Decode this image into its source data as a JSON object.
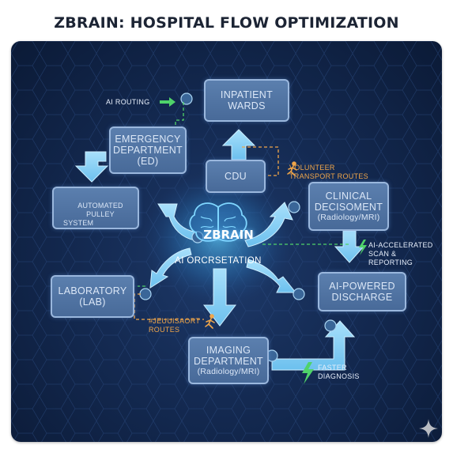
{
  "title": "ZBRAIN: HOSPITAL FLOW OPTIMIZATION",
  "center": {
    "title": "ZBRAIN",
    "subtitle": "AI ORCRSETATION"
  },
  "nodes": {
    "inpatient": {
      "line1": "INPATIENT",
      "line2": "WARDS"
    },
    "emergency": {
      "line1": "EMERGENCY",
      "line2": "DEPARTMENT",
      "line3": "(ED)"
    },
    "cdu": {
      "line1": "CDU"
    },
    "clinical": {
      "line1": "CLINICAL",
      "line2": "DECISOMENT",
      "line3": "(Radiology/MRI)"
    },
    "laboratory": {
      "line1": "LABORATORY",
      "line2": "(LAB)"
    },
    "discharge": {
      "line1": "AI-POWERED",
      "line2": "DISCHARGE"
    },
    "imaging": {
      "line1": "IMAGING",
      "line2": "DEPARTMENT",
      "line3": "(Radiology/MRI)"
    },
    "pulley": {
      "line1": "AUTOMATED PULLEY",
      "line2": "SYSTEM"
    }
  },
  "annotations": {
    "ai_routing": "AI ROUTING",
    "volunteer_1": "VOLUNTEER",
    "volunteer_2": "TRANSPORT ROUTES",
    "ai_accel_1": "AI-ACCELERATED",
    "ai_accel_2": "SCAN & REPORTING",
    "jeuuis_1": "#JEUUISAORT",
    "jeuuis_2": "ROUTES",
    "faster_1": "FASTER",
    "faster_2": "DIAGNOSIS"
  },
  "colors": {
    "panel_bg": "#142a52",
    "node_fill": "#5b7fae",
    "node_border": "#9ab7dd",
    "arrow": "#8fd0f4",
    "orange": "#f0a64a",
    "green": "#4fd36a",
    "glow": "#5fc8ff"
  },
  "icons": [
    "brain-icon",
    "cart-icon",
    "runner-icon",
    "lightning-icon",
    "gear-icon",
    "sparkle-icon"
  ]
}
